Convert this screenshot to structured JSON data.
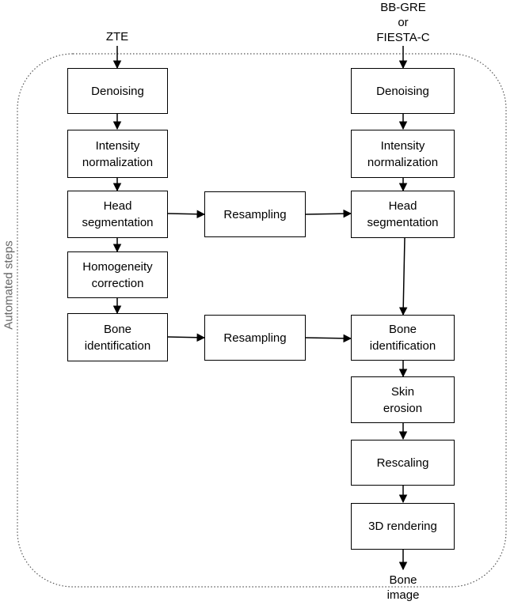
{
  "inputs": {
    "zte": "ZTE",
    "secondary": "BB-GRE\nor\nFIESTA-C"
  },
  "side_label": "Automated steps",
  "left_column": {
    "denoising": "Denoising",
    "intensity_normalization": "Intensity\nnormalization",
    "head_segmentation": "Head\nsegmentation",
    "homogeneity_correction": "Homogeneity\ncorrection",
    "bone_identification": "Bone\nidentification"
  },
  "middle_column": {
    "resampling_1": "Resampling",
    "resampling_2": "Resampling"
  },
  "right_column": {
    "denoising": "Denoising",
    "intensity_normalization": "Intensity\nnormalization",
    "head_segmentation": "Head\nsegmentation",
    "bone_identification": "Bone\nidentification",
    "skin_erosion": "Skin\nerosion",
    "rescaling": "Rescaling",
    "rendering": "3D rendering"
  },
  "output": "Bone\nimage",
  "colors": {
    "line": "#000000",
    "frame": "#555555",
    "side_label": "#666666"
  }
}
